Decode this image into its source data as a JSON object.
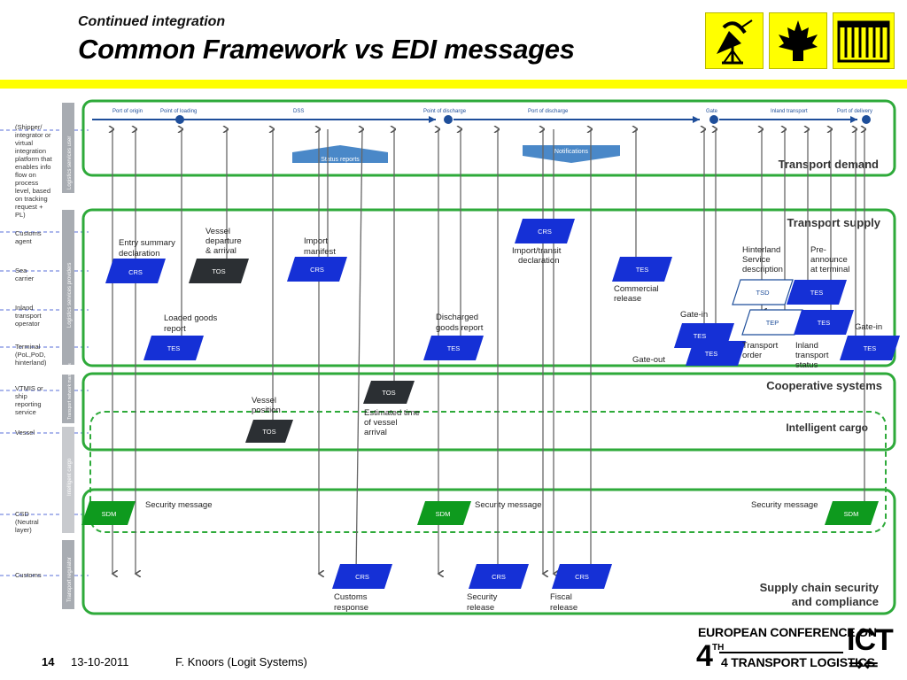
{
  "header": {
    "subtitle": "Continued integration",
    "title": "Common Framework vs EDI messages"
  },
  "logos": [
    "radar-antenna-icon",
    "maple-leaf-icon",
    "shipping-container-icon"
  ],
  "footer": {
    "page": "14",
    "date": "13-10-2011",
    "author": "F. Knoors (Logit Systems)",
    "conference": {
      "line1": "EUROPEAN CONFERENCE ON",
      "line2": "4 TRANSPORT LOGISTICS",
      "number": "4",
      "ordinal": "TH",
      "ict": "ICT",
      "arrows": "⇒⇐"
    }
  },
  "diagram": {
    "actors": [
      "(Shipper/ integrator or virtual integration platform that enables info flow on process level, based on tracking request + PL)",
      "Customs agent",
      "Sea carrier",
      "Inland transport operator",
      "Terminal (PoL,PoD, hinterland)",
      "VTMIS or ship reporting service",
      "Vessel",
      "CSD (Neutral layer)",
      "Customs"
    ],
    "side_labels": [
      "Logistics services user",
      "Logistics services providers",
      "Transport network managers",
      "Intelligent cargo",
      "Transport regulator"
    ],
    "timeline": [
      "Port of origin",
      "Point of loading",
      "DSS",
      "Point of discharge",
      "Port of discharge",
      "Gate",
      "Inland transport",
      "Port of delivery"
    ],
    "zones": {
      "demand": "Transport demand",
      "supply": "Transport supply",
      "coop": "Cooperative systems",
      "cargo": "Intelligent cargo",
      "security": "Supply chain security and compliance"
    },
    "status_reports": "Status reports",
    "notifications": "Notifications",
    "messages": {
      "crs1": "CRS",
      "tos1": "TOS",
      "crs2": "CRS",
      "crs3": "CRS",
      "tes1": "TES",
      "tsd": "TSD",
      "tes2": "TES",
      "tep": "TEP",
      "tes3": "TES",
      "tes4": "TES",
      "tes5": "TES",
      "tes6": "TES",
      "tes7": "TES",
      "tes8": "TES",
      "tos2": "TOS",
      "tos3": "TOS",
      "sdm1": "SDM",
      "sdm2": "SDM",
      "sdm3": "SDM",
      "crs4": "CRS",
      "crs5": "CRS",
      "crs6": "CRS"
    },
    "labels": {
      "entry_summary": [
        "Entry summary",
        "declaration"
      ],
      "vessel_departure": [
        "Vessel",
        "departure",
        "& arrival"
      ],
      "import_manifest": [
        "Import",
        "manifest"
      ],
      "import_transit": [
        "Import/transit",
        "declaration"
      ],
      "commercial_release": [
        "Commercial",
        "release"
      ],
      "hinterland": [
        "Hinterland",
        "Service",
        "description"
      ],
      "pre_announce": [
        "Pre-",
        "announce",
        "at terminal"
      ],
      "loaded_goods": [
        "Loaded goods",
        "report"
      ],
      "discharged_goods": [
        "Discharged",
        "goods report"
      ],
      "gate_in_1": "Gate-in",
      "gate_in_2": "Gate-in",
      "gate_out": "Gate-out",
      "transport_order": [
        "Transport",
        "order"
      ],
      "inland_status": [
        "Inland",
        "transport",
        "status"
      ],
      "vessel_position": [
        "Vessel",
        "position"
      ],
      "eta": [
        "Estimated time",
        "of vessel",
        "arrival"
      ],
      "security_message": "Security message",
      "customs_response": [
        "Customs",
        "response"
      ],
      "security_release": [
        "Security",
        "release"
      ],
      "fiscal_release": [
        "Fiscal",
        "release"
      ]
    }
  },
  "colors": {
    "green": "#2eaa3a",
    "blue": "#1530d6",
    "dark": "#2b2f33",
    "sdm_green": "#0e9a1e",
    "yellow": "#ffff00",
    "timeline_blue": "#1e4e9a"
  }
}
